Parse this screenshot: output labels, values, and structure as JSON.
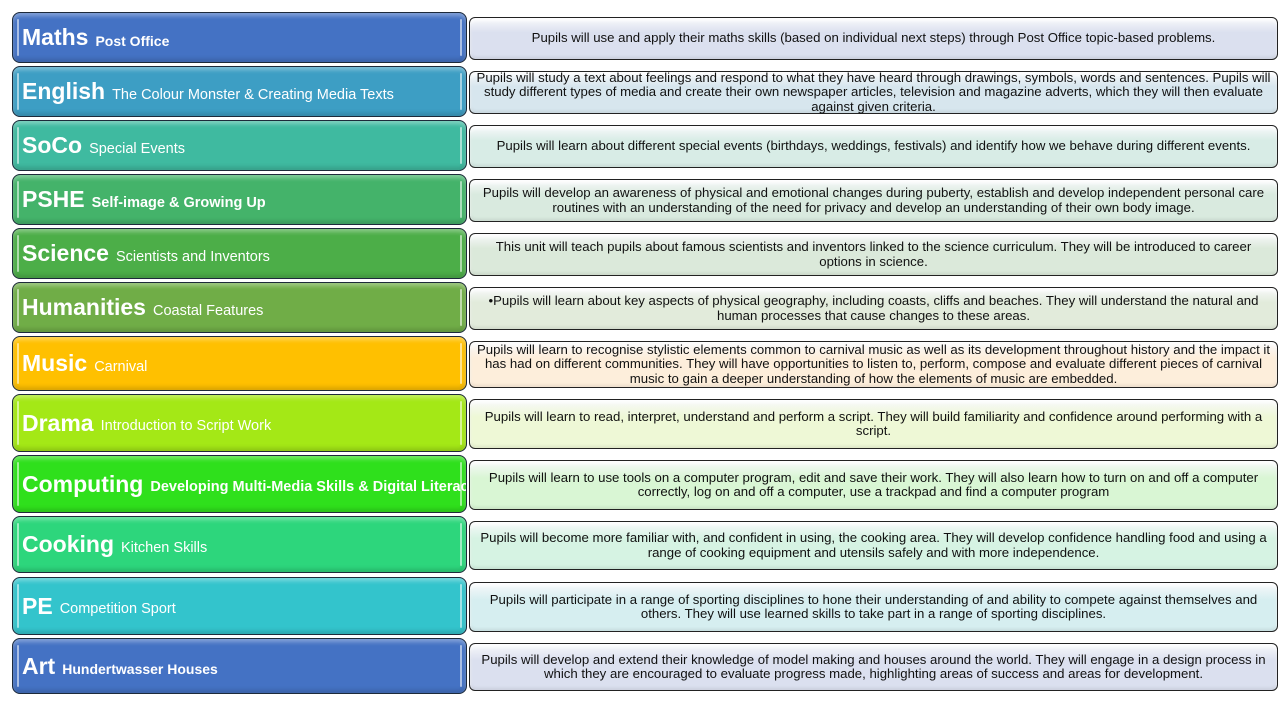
{
  "rows": [
    {
      "subject": "Maths",
      "topic": "Post Office",
      "topic_bold": true,
      "color": "#4472c4",
      "tint": "#dbe0ef",
      "description": "Pupils will use and apply their maths skills (based on individual next steps) through Post Office topic-based problems."
    },
    {
      "subject": "English",
      "topic": "The Colour Monster & Creating Media Texts",
      "color": "#3d9ec4",
      "tint": "#d7e6ee",
      "description": "Pupils will study a text about feelings and respond to what they have heard through drawings, symbols, words and sentences. Pupils will study different types of media and create their own newspaper articles, television and magazine adverts, which they will then evaluate against given criteria."
    },
    {
      "subject": "SoCo",
      "topic": "Special Events",
      "color": "#3fbaa0",
      "tint": "#d8ece6",
      "description": "Pupils will learn about different special events (birthdays, weddings, festivals) and identify how we behave during different events."
    },
    {
      "subject": "PSHE",
      "topic": "Self-image & Growing Up",
      "topic_bold": true,
      "color": "#44b36a",
      "tint": "#d9eadf",
      "description": "Pupils will develop an awareness of physical and emotional changes during puberty, establish and develop independent personal care routines with an understanding of the need for privacy and develop an understanding of their own body image."
    },
    {
      "subject": "Science",
      "topic": "Scientists and Inventors",
      "color": "#4cae48",
      "tint": "#dbe9da",
      "description": "This unit will teach pupils about famous scientists and inventors linked to the science curriculum.  They will be introduced to career options in science."
    },
    {
      "subject": "Humanities",
      "topic": "Coastal Features",
      "color": "#70ad47",
      "tint": "#e2ebdb",
      "description": "•Pupils will learn about key aspects of physical geography, including coasts, cliffs and beaches.  They will understand the natural and human processes that cause changes to these areas."
    },
    {
      "subject": "Music",
      "topic": "Carnival",
      "color": "#ffc000",
      "tint": "#fdeedb",
      "description": "Pupils will learn to recognise stylistic elements common to carnival music as well as its development throughout history and the impact it has had on different communities. They will have opportunities to listen to, perform, compose and evaluate different pieces of carnival music to gain a deeper understanding of how the elements of music are embedded."
    },
    {
      "subject": "Drama",
      "topic": "Introduction to Script Work",
      "color": "#a4e816",
      "tint": "#eef8d6",
      "description": "Pupils will learn to read, interpret, understand and perform a script.  They will build familiarity and confidence around performing with a script."
    },
    {
      "subject": "Computing",
      "topic": "Developing Multi-Media Skills  & Digital Literacy",
      "topic_bold": true,
      "color": "#2fe01c",
      "tint": "#d9f6d4",
      "description": "Pupils will learn to use tools on a computer program, edit and save their work.  They will also learn how to turn on and off a computer correctly, log on and off a computer, use a trackpad and find a computer program"
    },
    {
      "subject": "Cooking",
      "topic": "Kitchen Skills",
      "color": "#2dd67c",
      "tint": "#d6f3e3",
      "description": "Pupils will become more familiar with, and confident in using, the cooking area.  They will develop confidence handling food and using a range of cooking equipment and utensils safely and with more independence."
    },
    {
      "subject": "PE",
      "topic": "Competition Sport",
      "color": "#33c4cc",
      "tint": "#d6eef0",
      "description": "Pupils will participate in a range of sporting disciplines to hone their understanding of and ability to compete against themselves and others.  They will use learned skills to take part in a range of sporting disciplines."
    },
    {
      "subject": "Art",
      "topic": "Hundertwasser Houses",
      "topic_bold": true,
      "color": "#4472c4",
      "tint": "#dbe0ef",
      "description": "Pupils will develop and extend their knowledge of model making and houses around the world.  They will engage in a design process in which they are encouraged to evaluate progress made, highlighting areas of success and areas for development."
    }
  ]
}
